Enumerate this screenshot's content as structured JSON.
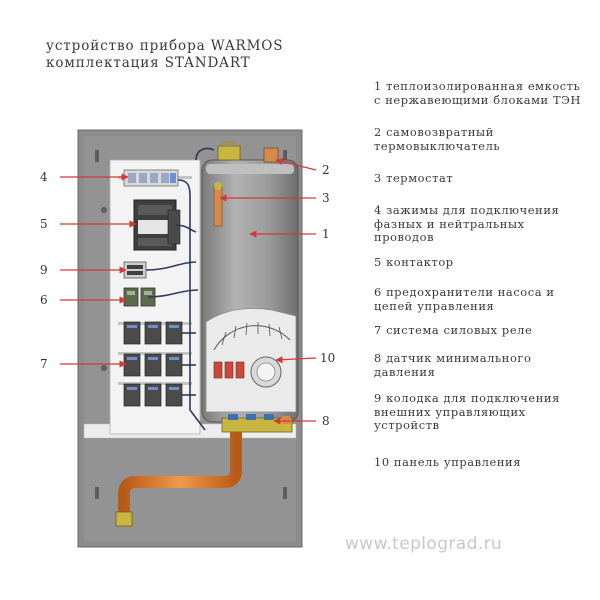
{
  "title": {
    "line1": "устройство прибора WARMOS",
    "line2": "комплектация STANDART"
  },
  "legend": [
    {
      "text": "1 теплоизолированная емкость\nс нержавеющими блоками ТЭН"
    },
    {
      "text": "2 самовозвратный\nтермовыключатель"
    },
    {
      "text": "3 термостат"
    },
    {
      "text": "4 зажимы для подключения\nфазных и нейтральных\nпроводов"
    },
    {
      "text": "5 контактор"
    },
    {
      "text": "6 предохранители насоса и\nцепей управления"
    },
    {
      "text": "7 система силовых реле"
    },
    {
      "text": "8 датчик минимального\nдавления"
    },
    {
      "text": "9 колодка для подключения\nвнешних управляющих\nустройств"
    },
    {
      "text": "10 панель управления"
    }
  ],
  "labels": {
    "l1": "1",
    "l2": "2",
    "l3": "3",
    "l4": "4",
    "l5": "5",
    "l6": "6",
    "l7": "7",
    "l8": "8",
    "l9": "9",
    "l10": "10"
  },
  "watermark": "www.teplograd.ru",
  "colors": {
    "housing": "#8e8e8e",
    "tank": "#9a9a9a",
    "panel": "#f2f2f2",
    "pointer": "#d03a3a",
    "pipe": "#e07a2a",
    "brass": "#c9b640"
  }
}
